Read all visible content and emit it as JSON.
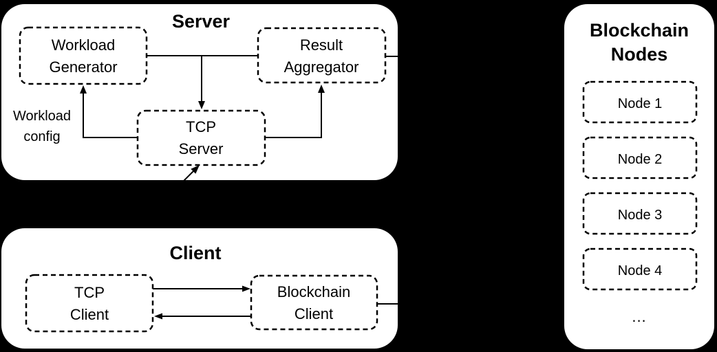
{
  "colors": {
    "background": "#000000",
    "panel": "#ffffff",
    "ink": "#000000"
  },
  "server": {
    "title": "Server",
    "workload_generator": {
      "line1": "Workload",
      "line2": "Generator"
    },
    "result_aggregator": {
      "line1": "Result",
      "line2": "Aggregator"
    },
    "tcp_server": {
      "line1": "TCP",
      "line2": "Server"
    },
    "workload_config_label": {
      "line1": "Workload",
      "line2": "config"
    }
  },
  "client": {
    "title": "Client",
    "tcp_client": {
      "line1": "TCP",
      "line2": "Client"
    },
    "blockchain_client": {
      "line1": "Blockchain",
      "line2": "Client"
    }
  },
  "blockchain_nodes": {
    "title_line1": "Blockchain",
    "title_line2": "Nodes",
    "nodes": [
      "Node 1",
      "Node 2",
      "Node 3",
      "Node 4"
    ],
    "ellipsis": "..."
  }
}
